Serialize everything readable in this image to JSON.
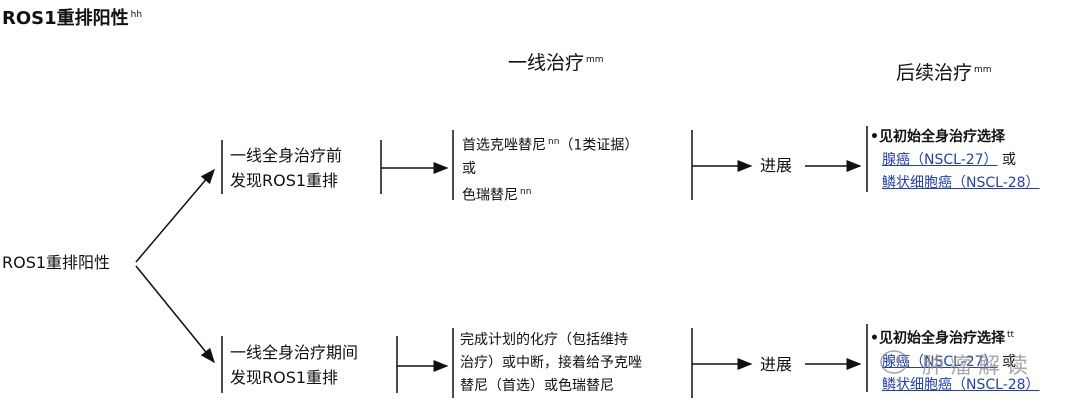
{
  "title": {
    "text": "ROS1重排阳性",
    "sup": "hh"
  },
  "headers": {
    "first_line": {
      "text": "一线治疗",
      "sup": "mm"
    },
    "subsequent": {
      "text": "后续治疗",
      "sup": "mm"
    }
  },
  "root": "ROS1重排阳性",
  "branch_top": {
    "condition": [
      "一线全身治疗前",
      "发现ROS1重排"
    ],
    "therapy": {
      "line1": "首选克唑替尼",
      "line1_sup": "nn",
      "line1_suffix": "（1类证据）",
      "line2": "或",
      "line3": "色瑞替尼",
      "line3_sup": "nn"
    },
    "progress": "进展",
    "next": {
      "intro": "•见初始全身治疗选择",
      "link1": "腺癌（NSCL-27）",
      "or": "或",
      "link2": "鳞状细胞癌（NSCL-28）"
    }
  },
  "branch_bottom": {
    "condition": [
      "一线全身治疗期间",
      "发现ROS1重排"
    ],
    "therapy": [
      "完成计划的化疗（包括维持",
      "治疗）或中断，接着给予克唑",
      "替尼（首选）或色瑞替尼"
    ],
    "progress": "进展",
    "next": {
      "intro": "•见初始全身治疗选择",
      "intro_sup": "tt",
      "link1": "腺癌（NSCL-27）",
      "or": "或",
      "link2": "鳞状细胞癌（NSCL-28）"
    }
  },
  "watermark": "肿瘤解读",
  "colors": {
    "link": "#1f3fbf",
    "line": "#111111"
  }
}
